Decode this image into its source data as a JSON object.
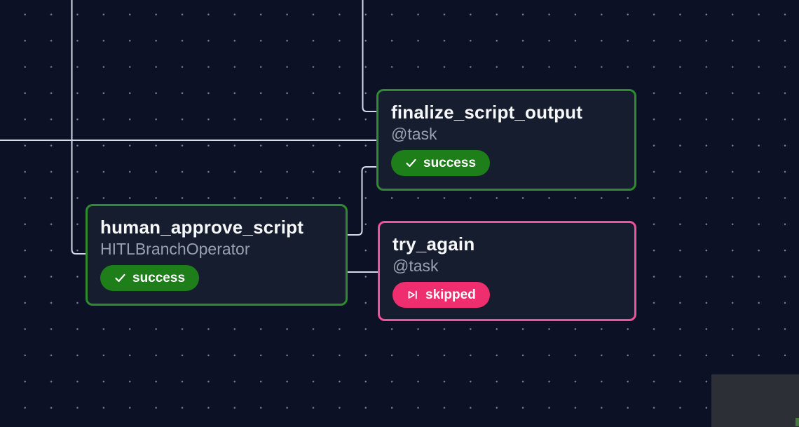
{
  "view": {
    "name": "dag-graph-view",
    "colors": {
      "background": "#0d1126",
      "dot_grid": "#cdd4e4",
      "edge": "#d5dbe8",
      "card_background": "#161d2f",
      "title_text": "#f7f8fa",
      "operator_text": "#99a1b0",
      "badge_text": "#ffffff",
      "success_border": "#2f8b2f",
      "success_badge_background": "#1e7e1a",
      "skipped_border": "#f0539c",
      "skipped_badge_background": "#ee2e6e",
      "minimap_background": "#2d2f36",
      "minimap_node": "#48793f"
    }
  },
  "nodes": [
    {
      "id": "finalize_script_output",
      "title": "finalize_script_output",
      "operator": "@task",
      "state": "success",
      "state_label": "success",
      "state_icon": "check-icon"
    },
    {
      "id": "human_approve_script",
      "title": "human_approve_script",
      "operator": "HITLBranchOperator",
      "state": "success",
      "state_label": "success",
      "state_icon": "check-icon"
    },
    {
      "id": "try_again",
      "title": "try_again",
      "operator": "@task",
      "state": "skipped",
      "state_label": "skipped",
      "state_icon": "skip-forward-icon"
    }
  ],
  "edges": [
    {
      "from": "offscreen-top",
      "to": "human_approve_script"
    },
    {
      "from": "offscreen-left",
      "to": "finalize_script_output"
    },
    {
      "from": "offscreen-top",
      "to": "finalize_script_output"
    },
    {
      "from": "human_approve_script",
      "to": "finalize_script_output"
    },
    {
      "from": "human_approve_script",
      "to": "try_again"
    }
  ],
  "minimap": {
    "visible": true
  }
}
